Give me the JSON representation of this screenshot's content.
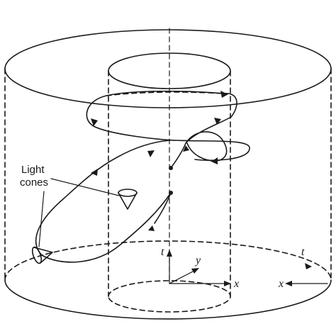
{
  "labels": {
    "light_cones_line1": "Light",
    "light_cones_line2": "cones",
    "axis_t_center": "t",
    "axis_y_center": "y",
    "axis_x_center": "x",
    "axis_t_edge": "t",
    "axis_x_edge": "x"
  }
}
